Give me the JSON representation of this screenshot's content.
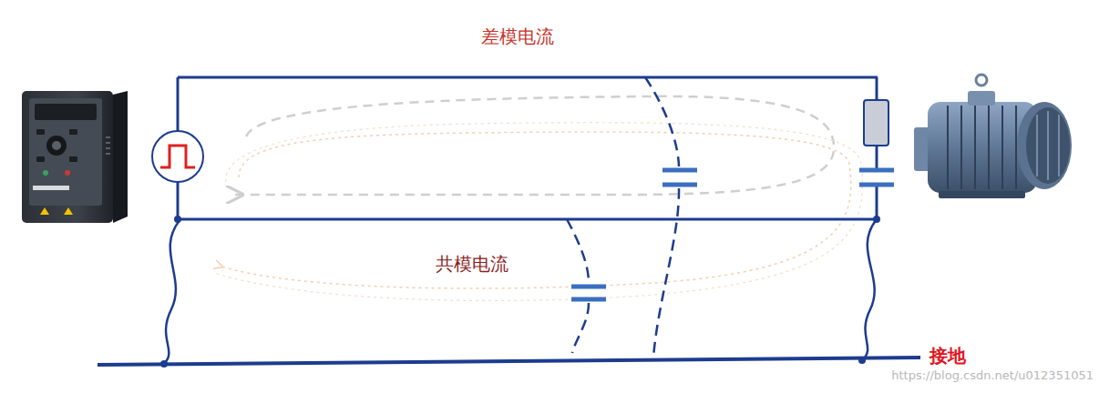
{
  "diagram": {
    "labels": [
      "差模电流",
      "共模电流",
      "接地",
      "https://blog.csdn.net/u012351051"
    ]
  }
}
